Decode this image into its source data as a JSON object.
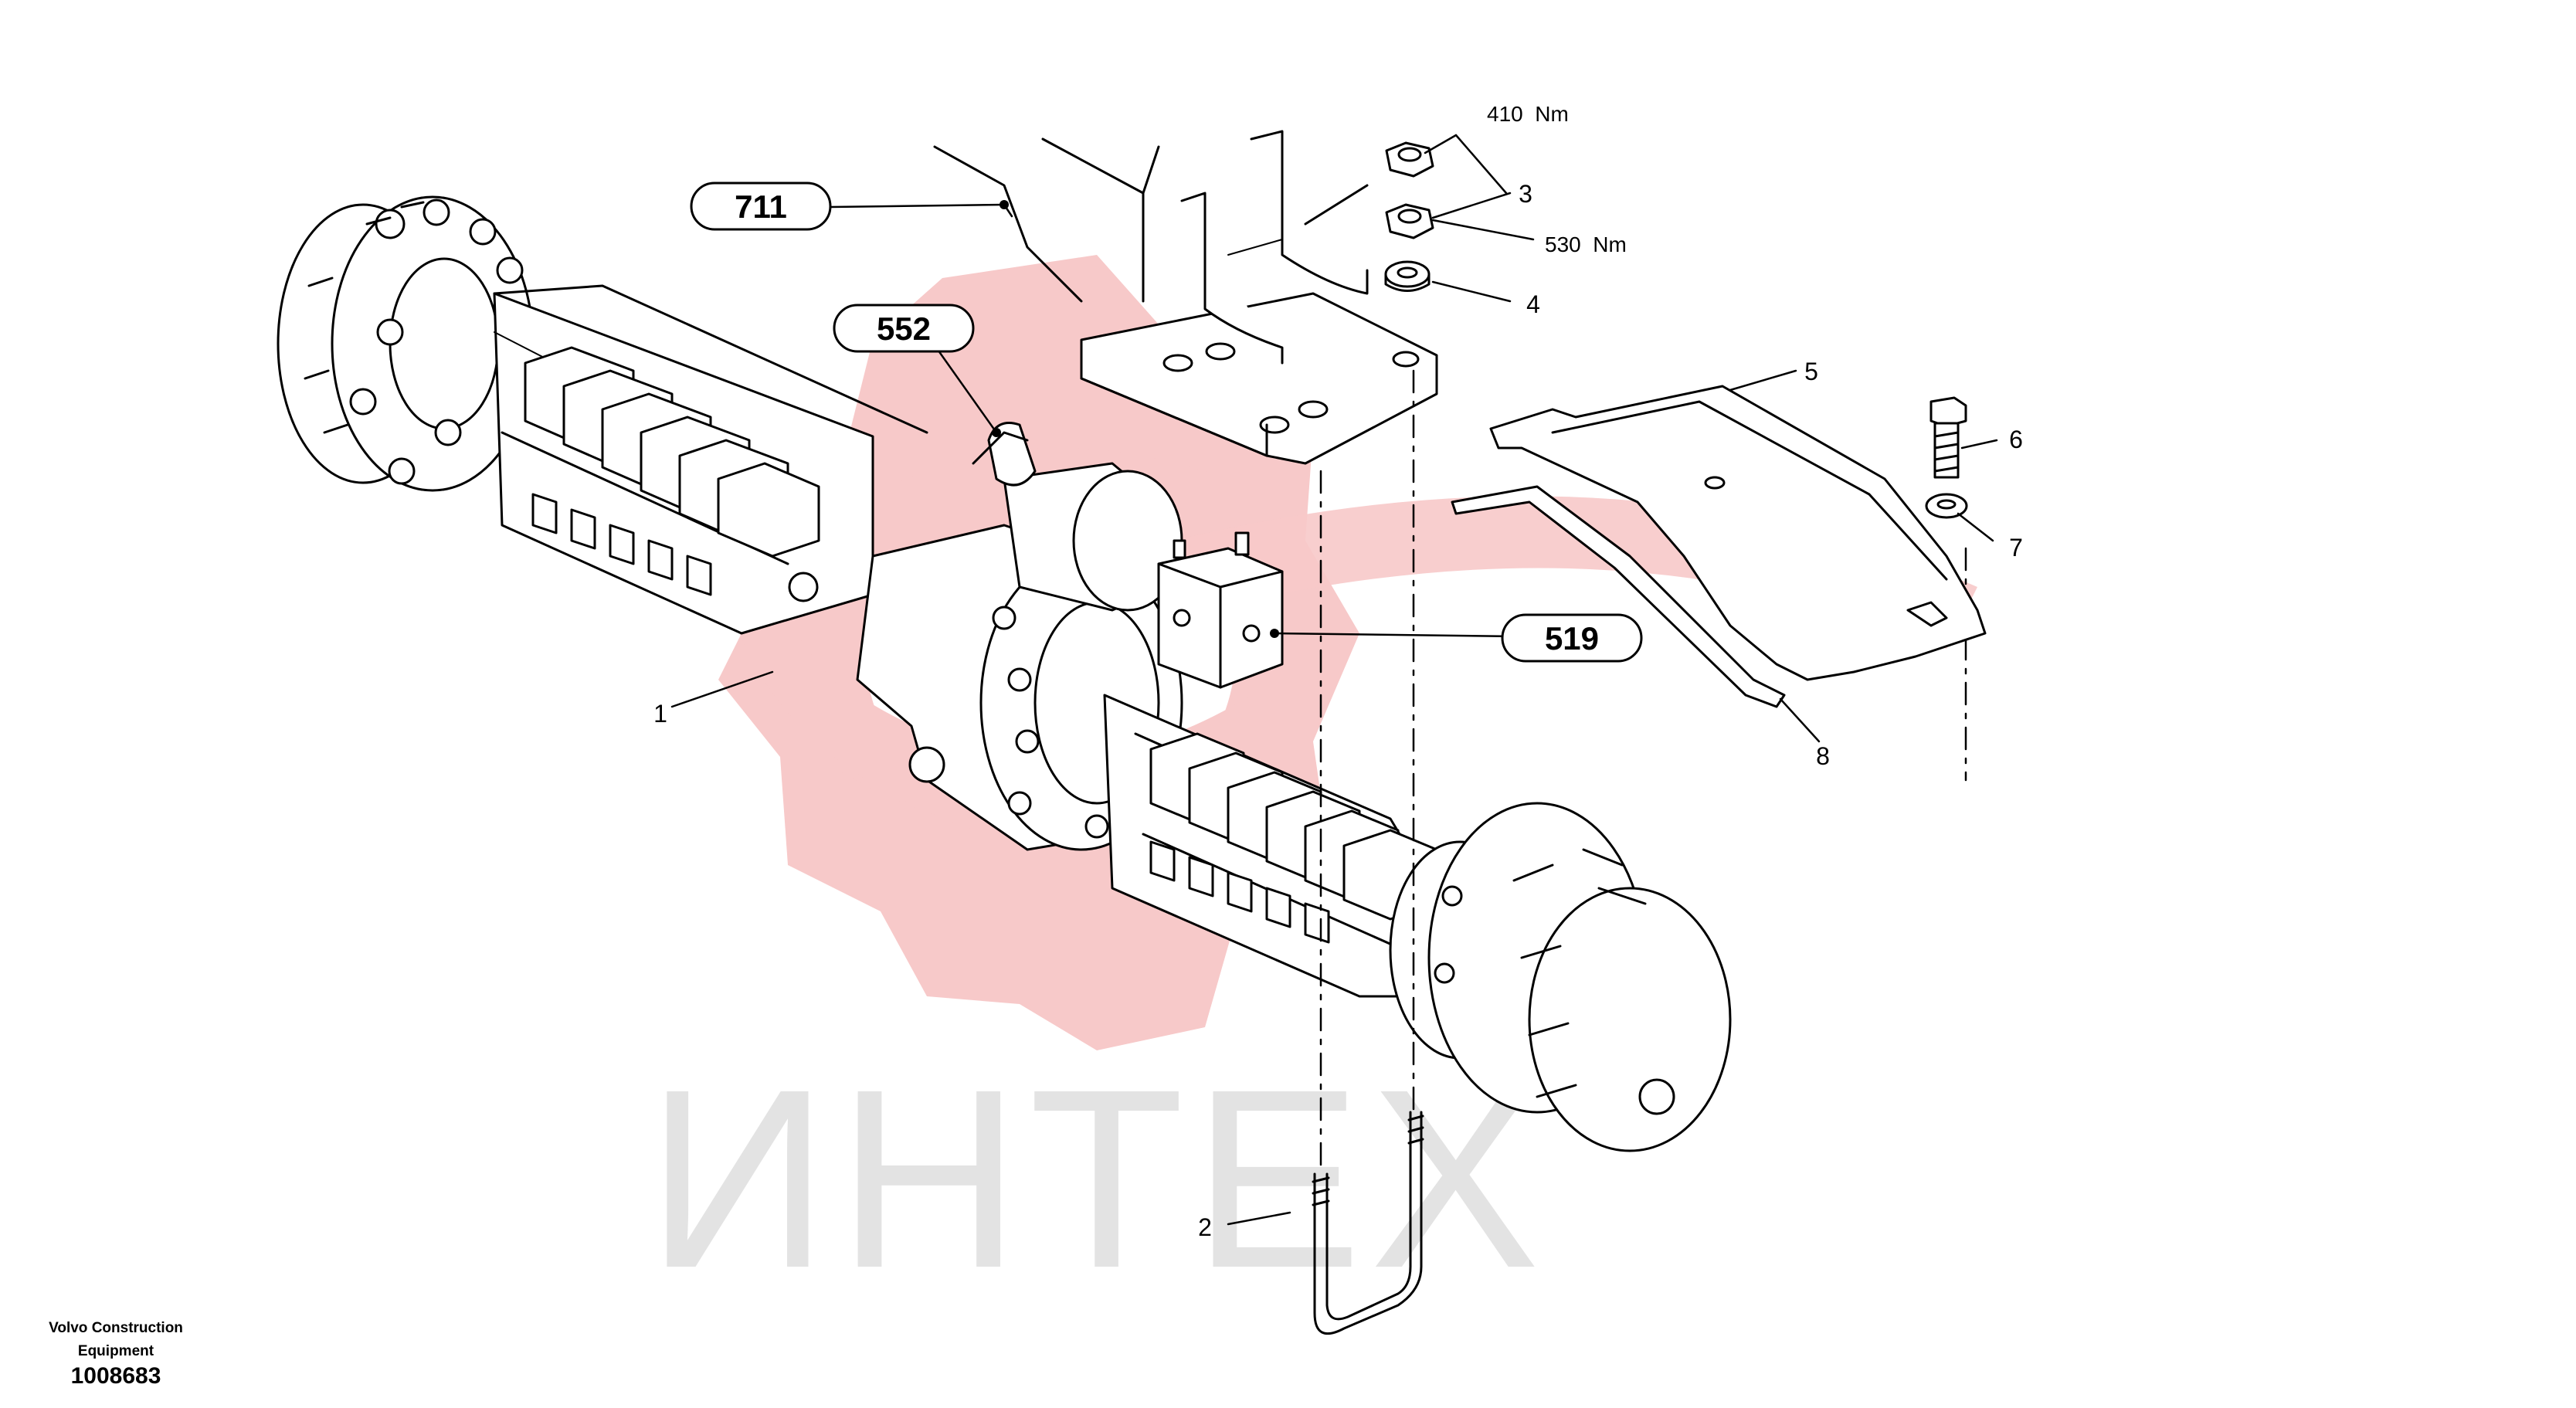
{
  "watermark": {
    "text": "ИНТЕХ",
    "logo_color": "#f5c2c2",
    "text_color": "#e0e0e0"
  },
  "callouts": [
    {
      "id": "711",
      "label": "711"
    },
    {
      "id": "552",
      "label": "552"
    },
    {
      "id": "519",
      "label": "519"
    }
  ],
  "part_numbers": {
    "p1": "1",
    "p2": "2",
    "p3": "3",
    "p4": "4",
    "p5": "5",
    "p6": "6",
    "p7": "7",
    "p8": "8"
  },
  "torques": {
    "nut_upper": "410  Nm",
    "nut_lower": "530  Nm"
  },
  "footer": {
    "company_line1": "Volvo Construction",
    "company_line2": "Equipment",
    "drawing_number": "1008683"
  }
}
